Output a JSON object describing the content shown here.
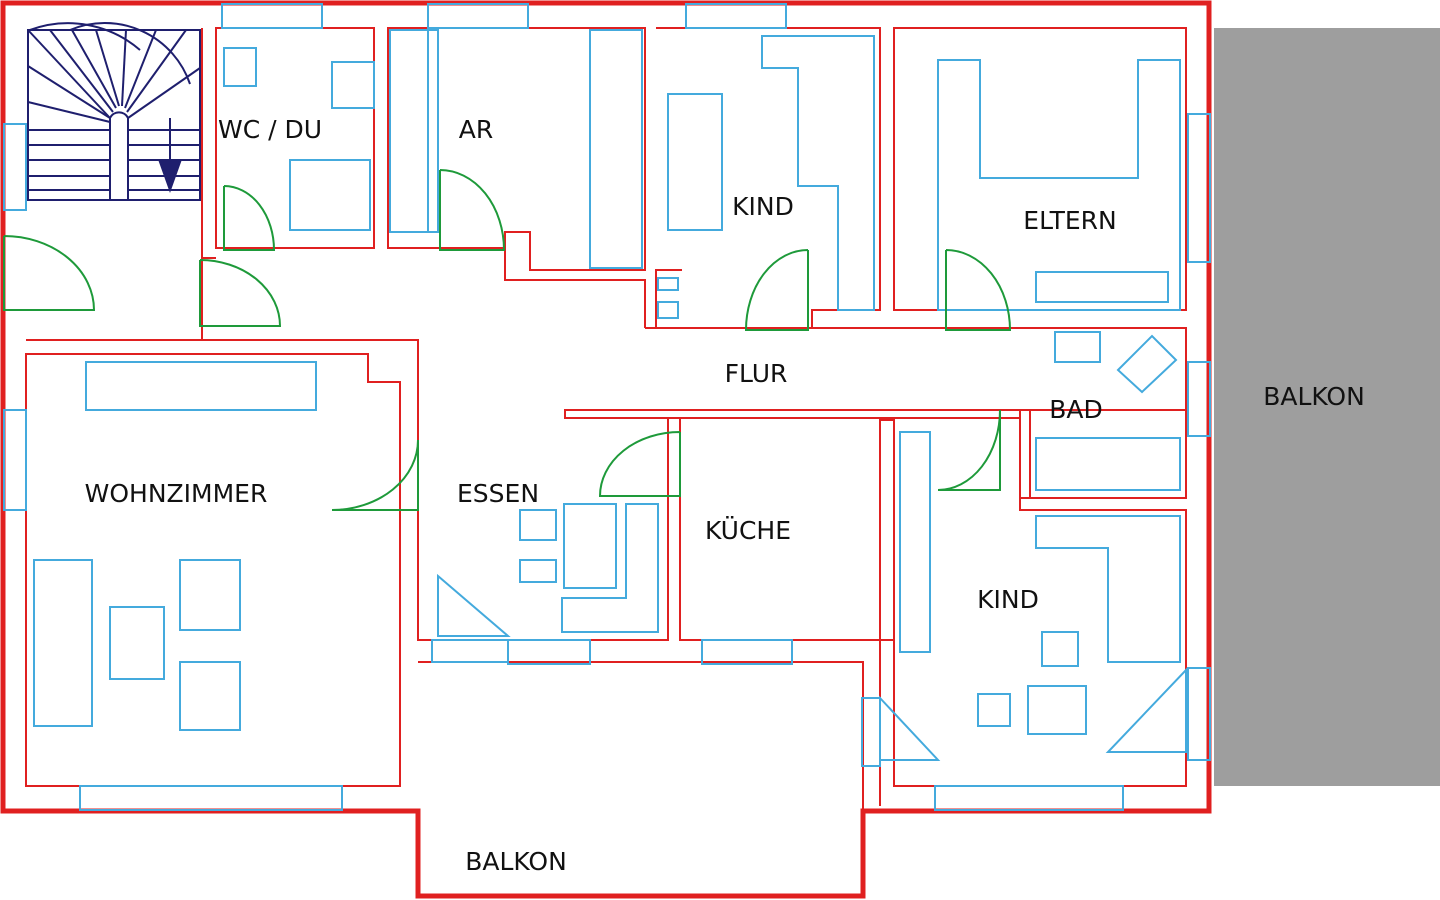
{
  "colors": {
    "walls": "#e02020",
    "furniture": "#44aadd",
    "doors": "#1e9a3a",
    "stairs": "#1f1f6e",
    "balcony_side": "#9e9e9e",
    "text": "#111111"
  },
  "rooms": {
    "wc_du": "WC / DU",
    "ar": "AR",
    "kind_top": "KIND",
    "eltern": "ELTERN",
    "flur": "FLUR",
    "bad": "BAD",
    "wohnzimmer": "WOHNZIMMER",
    "essen": "ESSEN",
    "kueche": "KÜCHE",
    "kind_bottom": "KIND",
    "balkon_bottom": "BALKON",
    "balkon_side": "BALKON"
  }
}
